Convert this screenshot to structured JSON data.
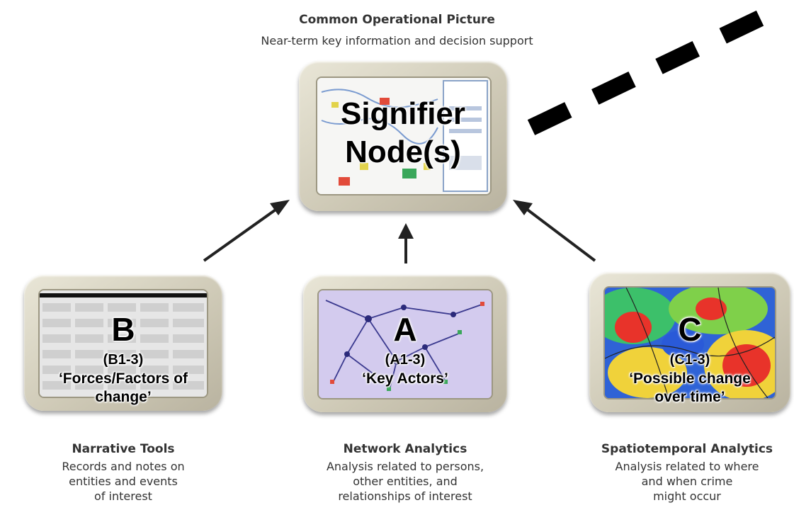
{
  "header": {
    "title": "Common Operational Picture",
    "subtitle": "Near-term key information and decision support"
  },
  "center_node": {
    "line1": "Signifier",
    "line2": "Node(s)"
  },
  "panels": {
    "b": {
      "letter": "B",
      "code": "(B1-3)",
      "label_line1": "‘Forces/Factors of",
      "label_line2": "change’",
      "caption_title": "Narrative Tools",
      "caption_line1": "Records and notes on",
      "caption_line2": "entities and events",
      "caption_line3": "of interest"
    },
    "a": {
      "letter": "A",
      "code": "(A1-3)",
      "label_line1": "‘Key Actors’",
      "caption_title": "Network Analytics",
      "caption_line1": "Analysis related to persons,",
      "caption_line2": "other entities, and",
      "caption_line3": "relationships of interest"
    },
    "c": {
      "letter": "C",
      "code": "(C1-3)",
      "label_line1": "‘Possible change",
      "label_line2": "over time’",
      "caption_title": "Spatiotemporal Analytics",
      "caption_line1": "Analysis related to where",
      "caption_line2": "and when crime",
      "caption_line3": "might occur"
    }
  },
  "colors": {
    "frame": "#cfcab7",
    "arrow": "#222222",
    "network_bg": "#cfc6ea",
    "heat_hot": "#e8332a",
    "heat_cold": "#2a5ad8"
  }
}
